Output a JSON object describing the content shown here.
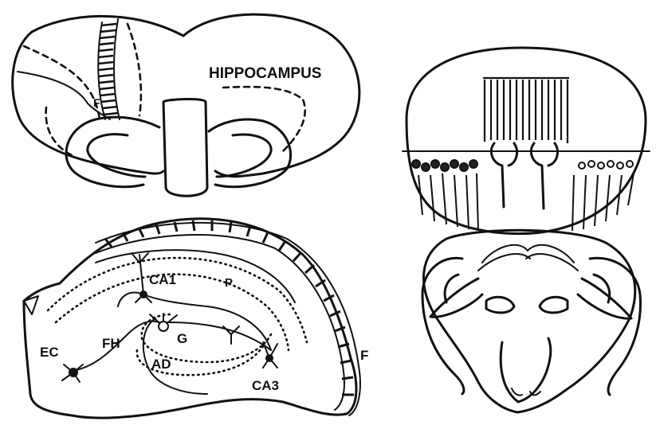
{
  "top_brain": {
    "title": "HIPPOCAMPUS",
    "fornix_label": "F"
  },
  "hippocampus_section": {
    "labels": {
      "ca1": "CA1",
      "p": "P",
      "ec": "EC",
      "fh": "FH",
      "g": "G",
      "ad": "AD",
      "ca3": "CA3",
      "f": "F"
    }
  }
}
